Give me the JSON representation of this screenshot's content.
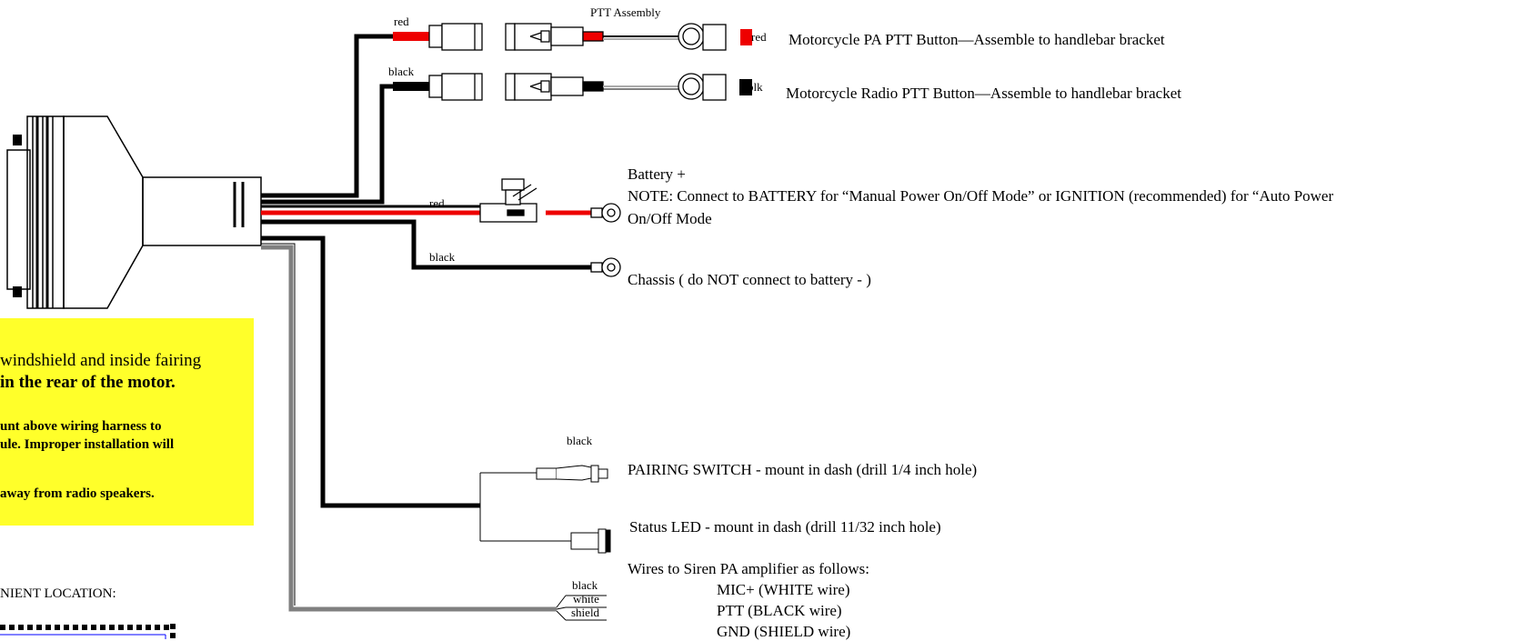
{
  "wire_colors": {
    "red": "#ee0000",
    "black": "#000000",
    "gray": "#808080",
    "note_bg": "#ffff2a"
  },
  "labels": {
    "ptt_assembly": "PTT Assembly",
    "red_top": "red",
    "black_top": "black",
    "red_tag": "red",
    "blk_tag": "blk",
    "pa_ptt": "Motorcycle PA PTT Button—Assemble to handlebar bracket",
    "radio_ptt": "Motorcycle Radio PTT Button—Assemble to handlebar bracket",
    "battery_plus": "Battery +",
    "battery_note_1": "NOTE: Connect to BATTERY for “Manual Power On/Off Mode” or IGNITION (recommended) for “Auto Power",
    "battery_note_2": "On/Off Mode",
    "red_power": "red",
    "black_power": "black",
    "chassis": "Chassis ( do NOT connect to battery - )",
    "black_switch": "black",
    "pairing_switch": "PAIRING SWITCH - mount in dash (drill 1/4 inch hole)",
    "status_led": "Status LED - mount in dash (drill 11/32 inch hole)",
    "siren_intro": "Wires to Siren PA amplifier as follows:",
    "siren_mic": "MIC+ (WHITE wire)",
    "siren_ptt": "PTT   (BLACK wire)",
    "siren_gnd": "GND (SHIELD wire)",
    "siren_black": "black",
    "siren_white": "white",
    "siren_shield": "shield"
  },
  "note_box": {
    "line1": "windshield and inside fairing",
    "line2": "in the rear of the motor.",
    "line3": "unt above wiring harness to",
    "line4": "ule. Improper installation will",
    "line5": "away from radio speakers."
  },
  "bottom_left": {
    "location_text": "NIENT LOCATION:"
  }
}
